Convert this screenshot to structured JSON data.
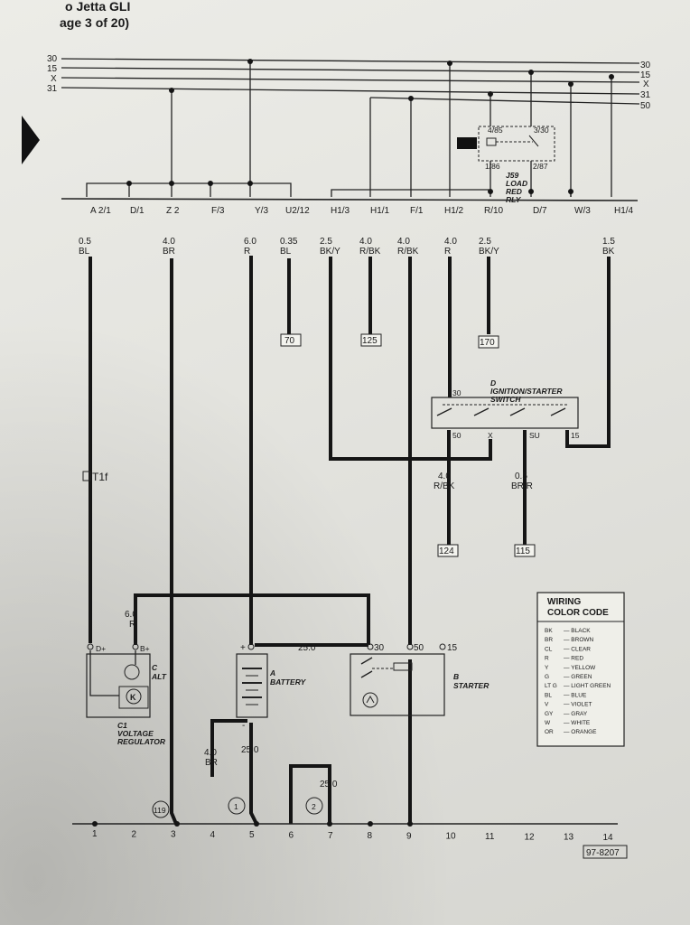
{
  "header": {
    "title_fragment": "o Jetta GLI",
    "page_label": "age 3 of 20)"
  },
  "rails_left": [
    "30",
    "15",
    "X",
    "31"
  ],
  "rails_right": [
    "30",
    "15",
    "X",
    "31",
    "50"
  ],
  "connector_labels": [
    "A 2/1",
    "D/1",
    "Z 2",
    "F/3",
    "Y/3",
    "U2/12",
    "H1/3",
    "H1/1",
    "F/1",
    "H1/2",
    "R/10",
    "D/7",
    "W/3",
    "H1/4"
  ],
  "wire_sizes": [
    "0.5",
    "4.0",
    "6.0",
    "0.35",
    "2.5",
    "4.0",
    "4.0",
    "4.0",
    "2.5",
    "1.5"
  ],
  "wire_colors": [
    "BL",
    "BR",
    "R",
    "BL",
    "BK/Y",
    "R/BK",
    "R/BK",
    "R",
    "BK/Y",
    "BK"
  ],
  "refs": [
    "70",
    "125",
    "170",
    "124",
    "115"
  ],
  "relay": {
    "t1": "4/85",
    "t2": "3/30",
    "t3": "1/86",
    "t4": "2/87",
    "name_l1": "J59",
    "name_l2": "LOAD",
    "name_l3": "RED",
    "name_l4": "RLY"
  },
  "switch": {
    "letter": "D",
    "name": "IGNITION/STARTER",
    "name2": "SWITCH",
    "t30": "30",
    "t50": "50",
    "tx": "X",
    "tsu": "SU",
    "t15": "15"
  },
  "below_switch": {
    "w1_size": "4.0",
    "w1_color": "R/BK",
    "w2_size": "0.5",
    "w2_color": "BR/R"
  },
  "tif": "T1f",
  "color_code": {
    "title1": "WIRING",
    "title2": "COLOR CODE",
    "entries": [
      [
        "BK",
        "— BLACK"
      ],
      [
        "BR",
        "— BROWN"
      ],
      [
        "CL",
        "— CLEAR"
      ],
      [
        "R",
        "— RED"
      ],
      [
        "Y",
        "— YELLOW"
      ],
      [
        "G",
        "— GREEN"
      ],
      [
        "LT G",
        "— LIGHT GREEN"
      ],
      [
        "BL",
        "— BLUE"
      ],
      [
        "V",
        "— VIOLET"
      ],
      [
        "GY",
        "— GRAY"
      ],
      [
        "W",
        "— WHITE"
      ],
      [
        "OR",
        "— ORANGE"
      ]
    ]
  },
  "alt": {
    "size": "6.0",
    "color": "R",
    "dplus": "D+",
    "bplus": "B+",
    "c": "C",
    "alt": "ALT",
    "k": "K",
    "c1": "C1",
    "vr1": "VOLTAGE",
    "vr2": "REGULATOR"
  },
  "battery": {
    "plus": "+",
    "minus": "-",
    "a": "A",
    "name": "BATTERY",
    "cable": "25.0",
    "gnd_size": "25.0",
    "br_size": "4.0",
    "br_color": "BR"
  },
  "starter": {
    "t30": "30",
    "t50": "50",
    "t15": "15",
    "b": "B",
    "name": "STARTER",
    "gnd": "25.0"
  },
  "grounds": [
    "119",
    "1",
    "2"
  ],
  "bottom_numbers": [
    "1",
    "2",
    "3",
    "4",
    "5",
    "6",
    "7",
    "8",
    "9",
    "10",
    "11",
    "12",
    "13",
    "14"
  ],
  "doc_number": "97-8207"
}
